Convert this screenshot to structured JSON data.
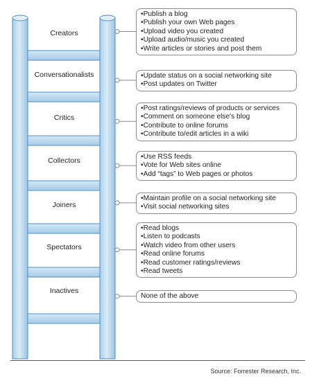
{
  "ladder": {
    "rungs": [
      {
        "label": "Creators",
        "items": [
          "Publish a blog",
          "Publish your own Web pages",
          "Upload video you created",
          "Upload audio/music you created",
          "Write articles or stories and post them"
        ]
      },
      {
        "label": "Conversationalists",
        "items": [
          "Update status on a social networking site",
          "Post updates on Twitter"
        ]
      },
      {
        "label": "Critics",
        "items": [
          "Post ratings/reviews of products or services",
          "Comment on someone else's blog",
          "Contribute to online forums",
          "Contribute to/edit articles in a wiki"
        ]
      },
      {
        "label": "Collectors",
        "items": [
          "Use RSS feeds",
          "Vote for Web sites online",
          "Add “tags” to Web pages or photos"
        ]
      },
      {
        "label": "Joiners",
        "items": [
          "Maintain profile on a social networking site",
          "Visit social networking sites"
        ]
      },
      {
        "label": "Spectators",
        "items": [
          "Read blogs",
          "Listen to podcasts",
          "Watch video from other users",
          "Read online forums",
          "Read customer ratings/reviews",
          "Read tweets"
        ]
      },
      {
        "label": "Inactives",
        "items": [
          "None of the above"
        ]
      }
    ]
  },
  "source": "Source: Forrester Research, Inc.",
  "colors": {
    "rail_fill": "#bcd9ee",
    "rail_stroke": "#4f8ec4",
    "connector": "#888888"
  }
}
